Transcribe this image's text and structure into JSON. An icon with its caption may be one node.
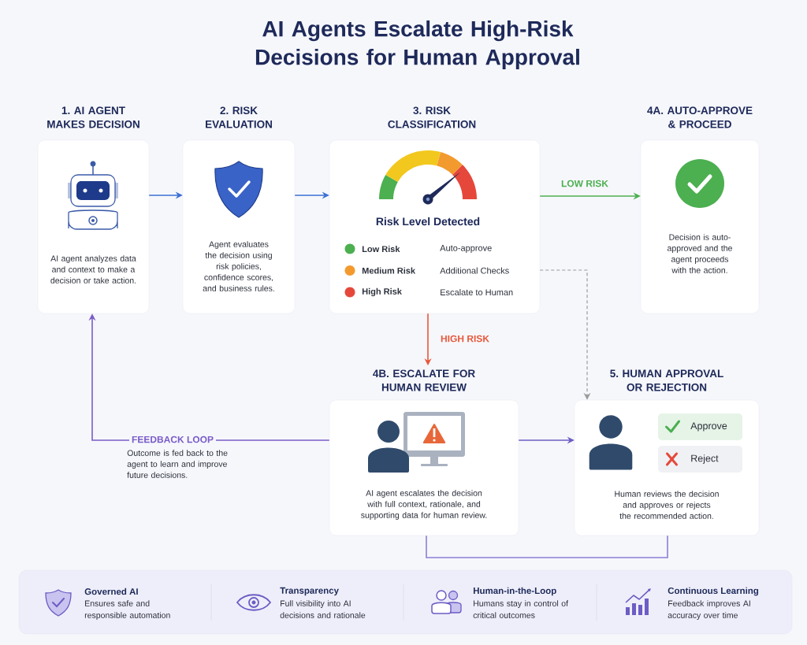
{
  "diagram": {
    "title": "AI Agents Escalate High-Risk Decisions for Human Approval",
    "nodes": [
      {
        "text": [
          "1. AI AGENT MAKES DECISION",
          "AI agent analyzes data and context to make a decision or take action."
        ]
      },
      {
        "text": [
          "2. RISK EVALUATION",
          "Agent evaluates the decision using risk policies, confidence scores, and business rules."
        ]
      },
      {
        "text": [
          "3. RISK CLASSIFICATION",
          "Risk Level Detected",
          "Low Risk",
          "Auto-approve",
          "Medium Risk",
          "Additional Checks",
          "High Risk",
          "Escalate to Human"
        ]
      },
      {
        "text": [
          "4A. AUTO-APPROVE & PROCEED",
          "Decision is auto-approved and the agent proceeds with the action."
        ]
      },
      {
        "text": [
          "4B. ESCALATE FOR HUMAN REVIEW",
          "AI agent escalates the decision with full context, rationale, and supporting data for human review."
        ]
      },
      {
        "text": [
          "5. HUMAN APPROVAL OR REJECTION",
          "Human reviews the decision and approves or rejects the recommended action."
        ]
      },
      {
        "text": [
          "Approve"
        ],
        "in": 5
      },
      {
        "text": [
          "Reject"
        ],
        "in": 5
      }
    ],
    "edges": [
      {
        "from": 0,
        "to": 1,
        "arrow": "to",
        "color": "#3b6fd4"
      },
      {
        "from": 1,
        "to": 2,
        "arrow": "to",
        "color": "#3b6fd4"
      },
      {
        "from": 2,
        "to": 3,
        "arrow": "to",
        "label": "LOW RISK",
        "color": "#4caf50"
      },
      {
        "from": 2,
        "to": 4,
        "arrow": "to",
        "label": "HIGH RISK",
        "color": "#e8573a"
      },
      {
        "from": 2,
        "to": 5,
        "arrow": "to",
        "style": "dashed",
        "color": "#9a9a9a"
      },
      {
        "from": 4,
        "to": 5,
        "arrow": "to",
        "color": "#6c5cc4"
      },
      {
        "from": 5,
        "to": 4,
        "arrow": "none",
        "color": "#8a7fd6"
      },
      {
        "from": 4,
        "to": 0,
        "arrow": "to",
        "label": "FEEDBACK LOOP",
        "color": "#7a5cc8"
      }
    ],
    "labels": [
      "Outcome is fed back to the agent to learn and improve future decisions.",
      "Governed AI",
      "Ensures safe and responsible automation",
      "Transparency",
      "Full visibility into AI decisions and rationale",
      "Human-in-the-Loop",
      "Humans stay in control of critical outcomes",
      "Continuous Learning",
      "Feedback improves AI accuracy over time"
    ]
  }
}
